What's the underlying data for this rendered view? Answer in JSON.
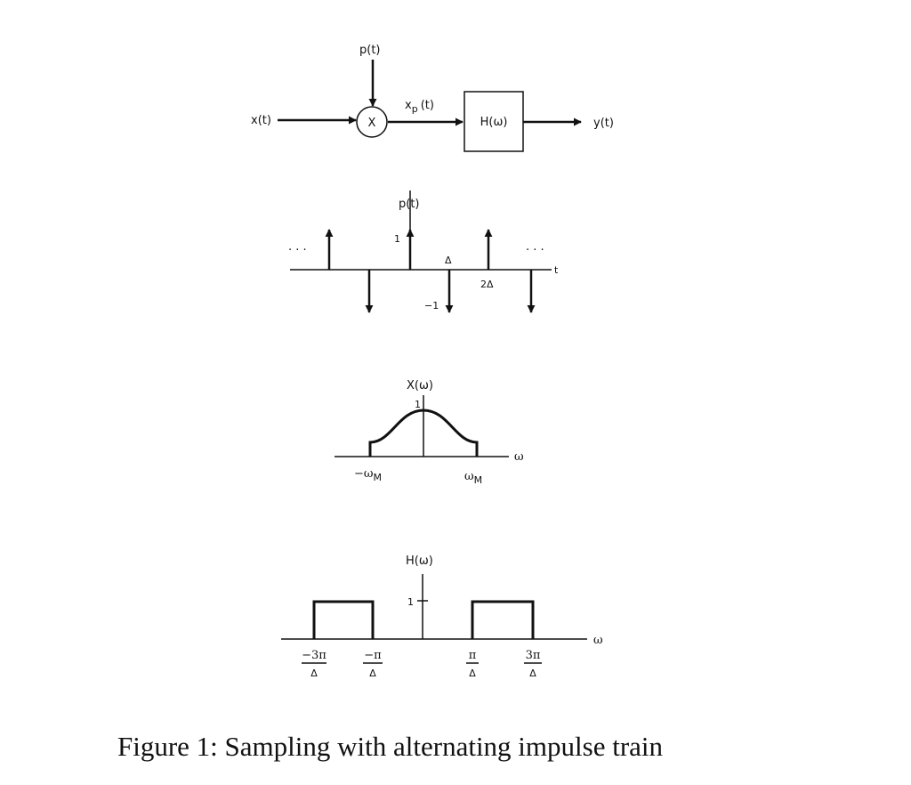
{
  "block_diagram": {
    "input": "x(t)",
    "carrier": "p(t)",
    "multiplier": "X",
    "modulated_base": "x",
    "modulated_sub": "p",
    "modulated_tail": "(t)",
    "filter": "H(ω)",
    "output": "y(t)"
  },
  "impulse_train": {
    "title": "p(t)",
    "height_label": "1",
    "neg_label": "−1",
    "delta_label": "Δ",
    "two_delta_label": "2Δ",
    "axis_var": "t",
    "ellipsis_left": "· · ·",
    "ellipsis_right": "· · ·"
  },
  "spectrum": {
    "title": "X(ω)",
    "peak_label": "1",
    "neg_edge_base": "−ω",
    "pos_edge_base": "ω",
    "edge_sub": "M",
    "axis_var": "ω"
  },
  "filter_plot": {
    "title": "H(ω)",
    "gain_label": "1",
    "axis_var": "ω",
    "ticks": [
      {
        "num": "−3π",
        "den": "Δ"
      },
      {
        "num": "−π",
        "den": "Δ"
      },
      {
        "num": "π",
        "den": "Δ"
      },
      {
        "num": "3π",
        "den": "Δ"
      }
    ]
  },
  "caption": "Figure 1: Sampling with alternating impulse train"
}
